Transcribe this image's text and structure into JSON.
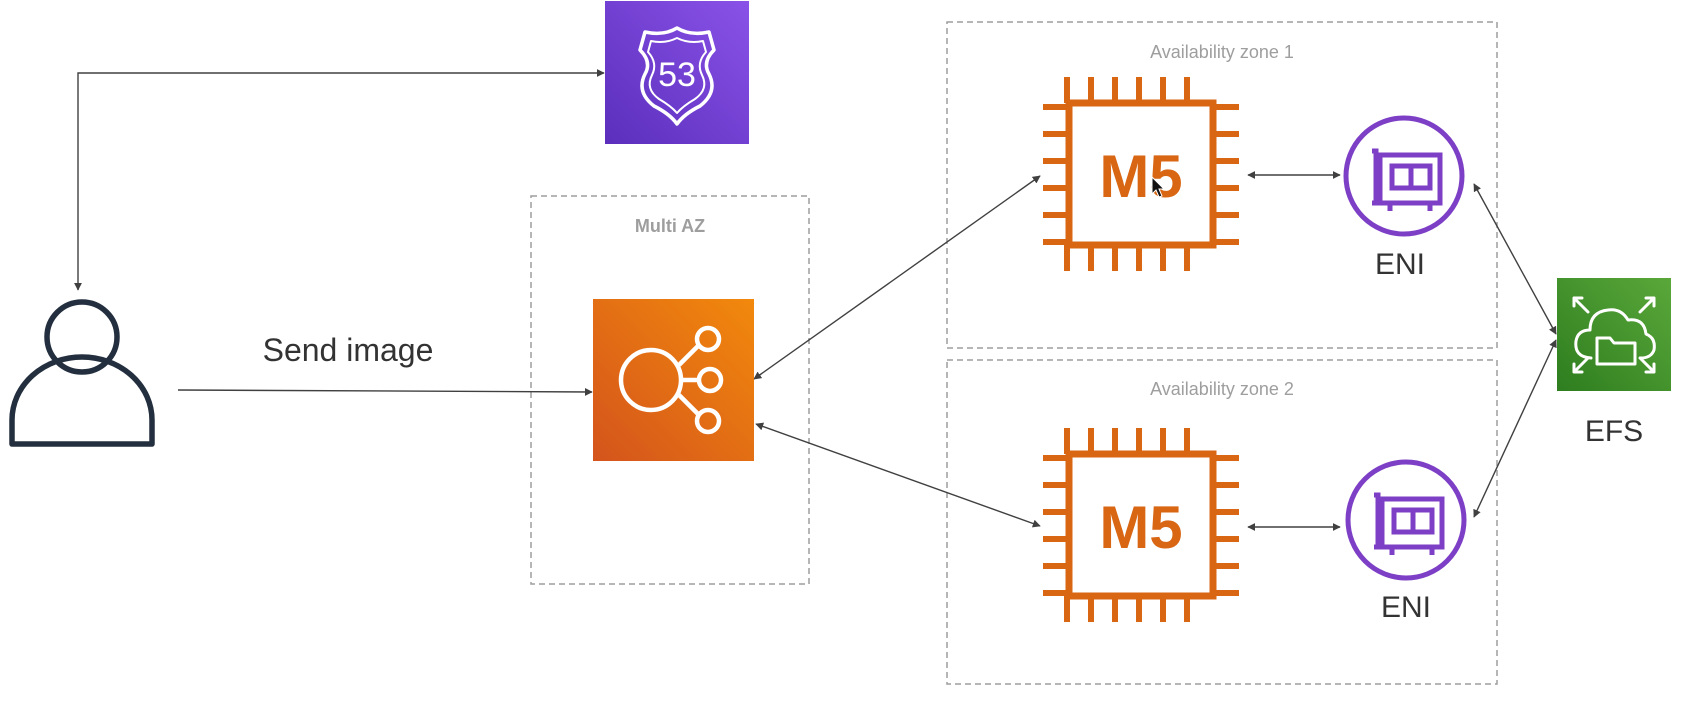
{
  "labels": {
    "send_image": "Send image",
    "multi_az": "Multi AZ",
    "az1": "Availability zone 1",
    "az2": "Availability zone 2",
    "eni_top": "ENI",
    "eni_bottom": "ENI",
    "efs": "EFS",
    "m5_top": "M5",
    "m5_bottom": "M5",
    "route53": "53"
  },
  "colors": {
    "route53_gradient": [
      "#8A52E8",
      "#5B2FBC"
    ],
    "elb_gradient": [
      "#F2890C",
      "#D4541C"
    ],
    "efs_gradient": [
      "#5AA83A",
      "#2E7D1F"
    ],
    "ec2_orange": "#D86613",
    "eni_purple": "#7D3FC6",
    "user_dark": "#232F3E",
    "dashed_border": "#9E9E9E",
    "arrow": "#404040",
    "group_label": "#9E9E9E"
  },
  "icons": {
    "user": "user-icon",
    "route53": "route53-shield-icon",
    "elb": "load-balancer-icon",
    "ec2": "ec2-m5-instance-icon",
    "eni": "network-interface-icon",
    "efs": "efs-cloud-folder-icon",
    "cursor": "mouse-cursor-icon"
  }
}
